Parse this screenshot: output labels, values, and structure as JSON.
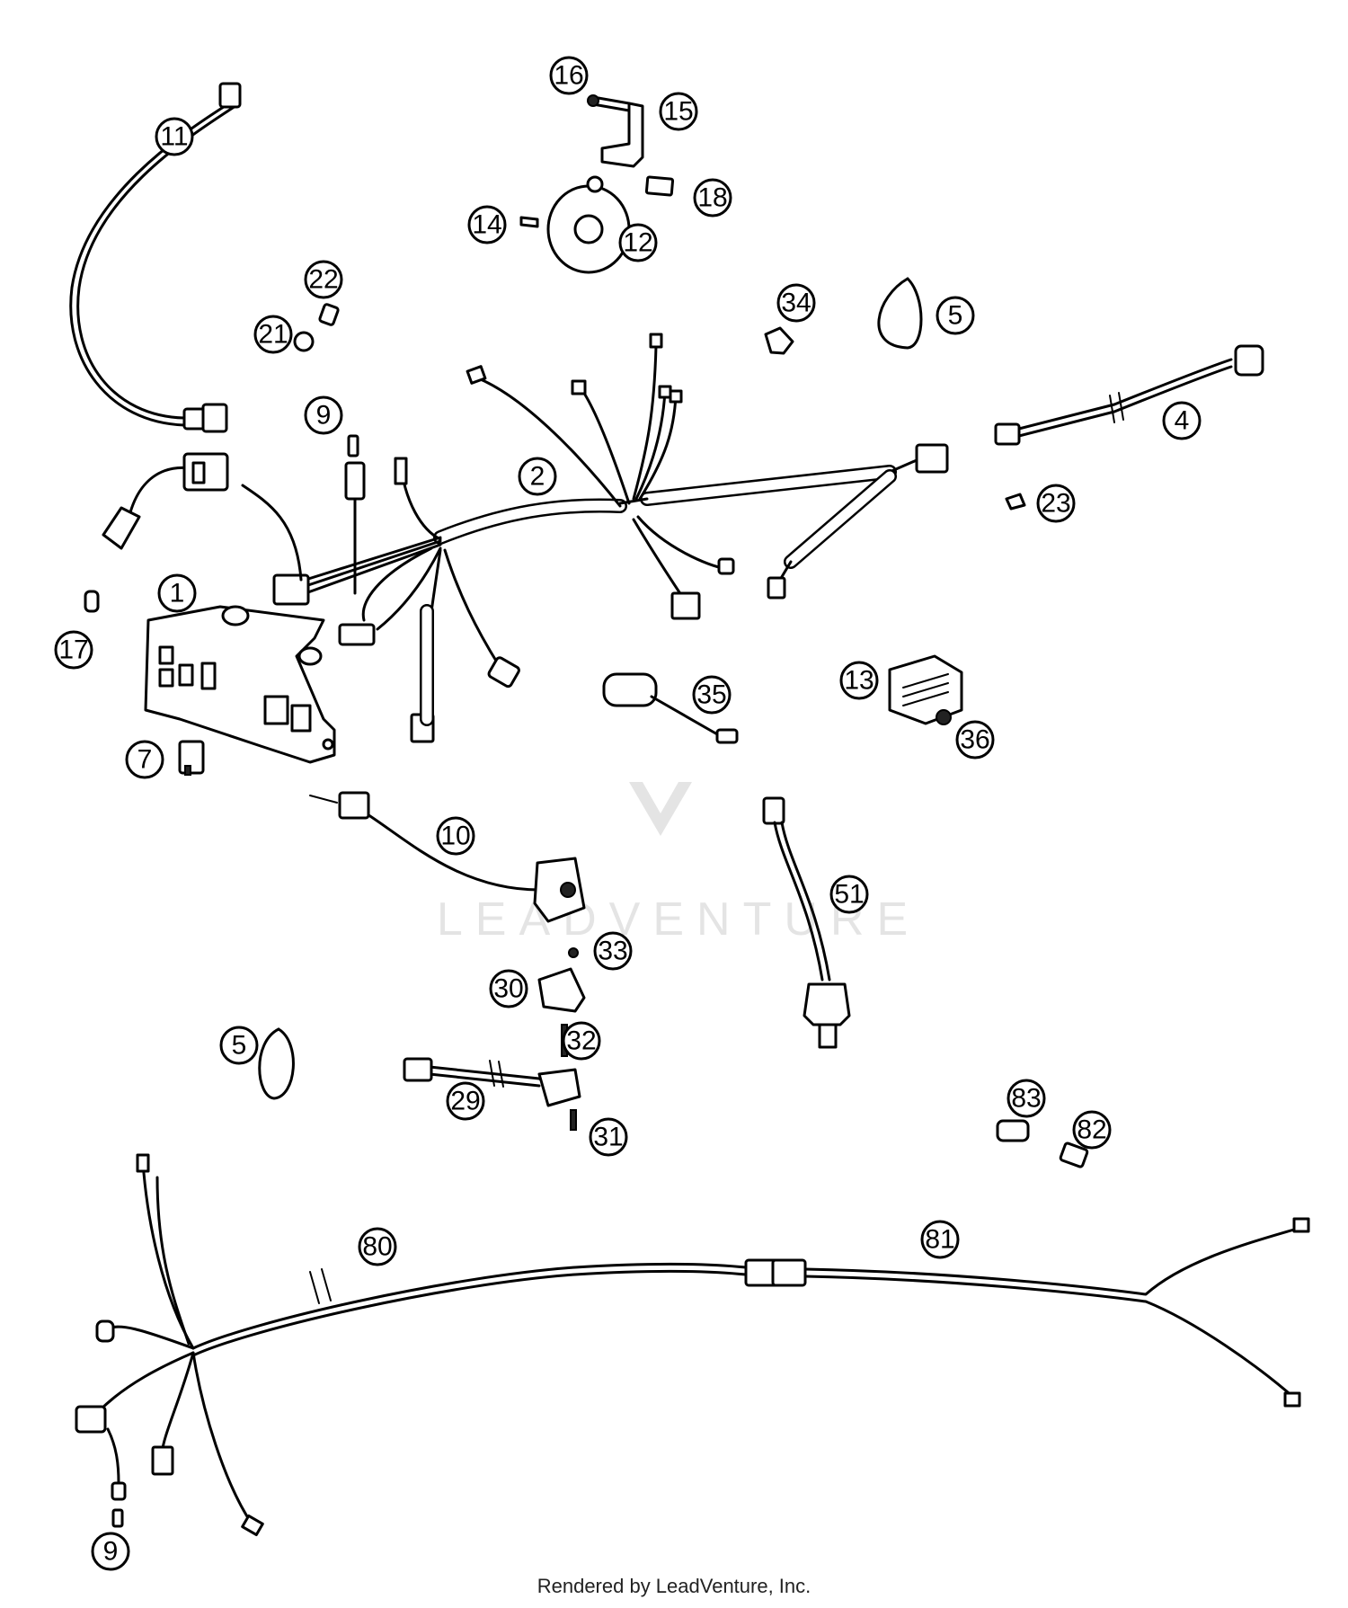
{
  "diagram": {
    "watermark": "LEADVENTURE",
    "footer": "Rendered by LeadVenture, Inc.",
    "callouts": [
      {
        "id": "1",
        "label": "1"
      },
      {
        "id": "2",
        "label": "2"
      },
      {
        "id": "4",
        "label": "4"
      },
      {
        "id": "5a",
        "label": "5"
      },
      {
        "id": "5b",
        "label": "5"
      },
      {
        "id": "7",
        "label": "7"
      },
      {
        "id": "9a",
        "label": "9"
      },
      {
        "id": "9b",
        "label": "9"
      },
      {
        "id": "10",
        "label": "10"
      },
      {
        "id": "11",
        "label": "11"
      },
      {
        "id": "12",
        "label": "12"
      },
      {
        "id": "13",
        "label": "13"
      },
      {
        "id": "14",
        "label": "14"
      },
      {
        "id": "15",
        "label": "15"
      },
      {
        "id": "16",
        "label": "16"
      },
      {
        "id": "17",
        "label": "17"
      },
      {
        "id": "18",
        "label": "18"
      },
      {
        "id": "21",
        "label": "21"
      },
      {
        "id": "22",
        "label": "22"
      },
      {
        "id": "23",
        "label": "23"
      },
      {
        "id": "29",
        "label": "29"
      },
      {
        "id": "30",
        "label": "30"
      },
      {
        "id": "31",
        "label": "31"
      },
      {
        "id": "32",
        "label": "32"
      },
      {
        "id": "33",
        "label": "33"
      },
      {
        "id": "34",
        "label": "34"
      },
      {
        "id": "35",
        "label": "35"
      },
      {
        "id": "36",
        "label": "36"
      },
      {
        "id": "51",
        "label": "51"
      },
      {
        "id": "80",
        "label": "80"
      },
      {
        "id": "81",
        "label": "81"
      },
      {
        "id": "82",
        "label": "82"
      },
      {
        "id": "83",
        "label": "83"
      }
    ]
  }
}
